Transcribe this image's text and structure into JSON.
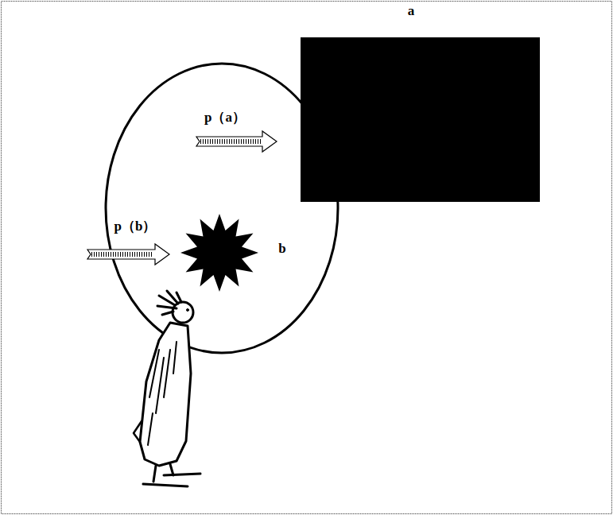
{
  "diagram": {
    "nodes": [
      {
        "text": [
          "a"
        ]
      },
      {
        "text": [
          "b"
        ]
      }
    ],
    "labels": [
      "p（a）",
      "p（b）"
    ]
  }
}
